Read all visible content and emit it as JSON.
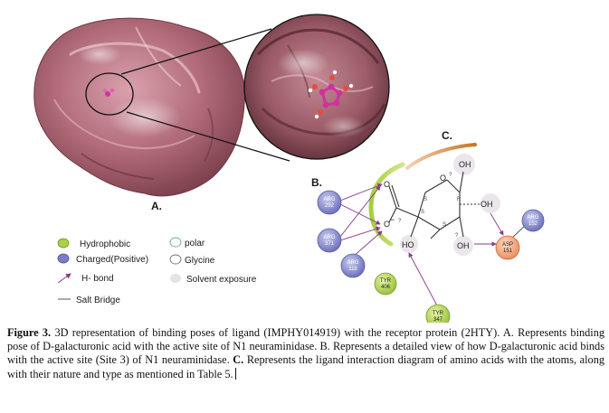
{
  "panels": {
    "a_label": "A.",
    "b_label": "B.",
    "c_label": "C."
  },
  "legend": {
    "hydrophobic": "Hydrophobic",
    "charged": "Charged(Positive)",
    "hbond": "H- bond",
    "salt_bridge": "Salt Bridge",
    "polar": "polar",
    "glycine": "Glycine",
    "solvent": "Solvent exposure"
  },
  "atoms": {
    "oh_top": "OH",
    "oh_right": "OH",
    "oh_bottom": "OH",
    "ho_left": "HO",
    "o_ring": "O",
    "o_carbonyl": "O",
    "o_minus": "O",
    "minus": "−"
  },
  "stereo": [
    "?",
    "S",
    "R",
    "S",
    "S",
    "?",
    "?"
  ],
  "residues": {
    "arg292": {
      "name": "ARG",
      "num": "292"
    },
    "arg371": {
      "name": "ARG",
      "num": "371"
    },
    "arg118": {
      "name": "ARG",
      "num": "118"
    },
    "tyr406": {
      "name": "TYR",
      "num": "406"
    },
    "tyr347": {
      "name": "TYR",
      "num": "347"
    },
    "asp151": {
      "name": "ASP",
      "num": "151"
    },
    "arg152": {
      "name": "ARG",
      "num": "152"
    }
  },
  "caption": {
    "label": "Figure 3.",
    "part1": " 3D representation of binding poses of ligand (IMPHY014919) with the receptor protein (2HTY). A. Represents binding pose of D-galacturonic acid with the active site of N1 neuraminidase. B. Represents a detailed view of how D-galacturonic acid binds with the active site (Site 3) of N1 neuraminidase. ",
    "c_label": "C.",
    "part2": " Represents the ligand interaction diagram of amino acids with the atoms, along with their nature and type as mentioned in Table 5."
  },
  "colors": {
    "protein": "#b5727f",
    "charged": "#7b7ec6",
    "hydrophobic": "#9dc33b",
    "asp": "#f0a07a",
    "ligand": "#d0329c"
  }
}
